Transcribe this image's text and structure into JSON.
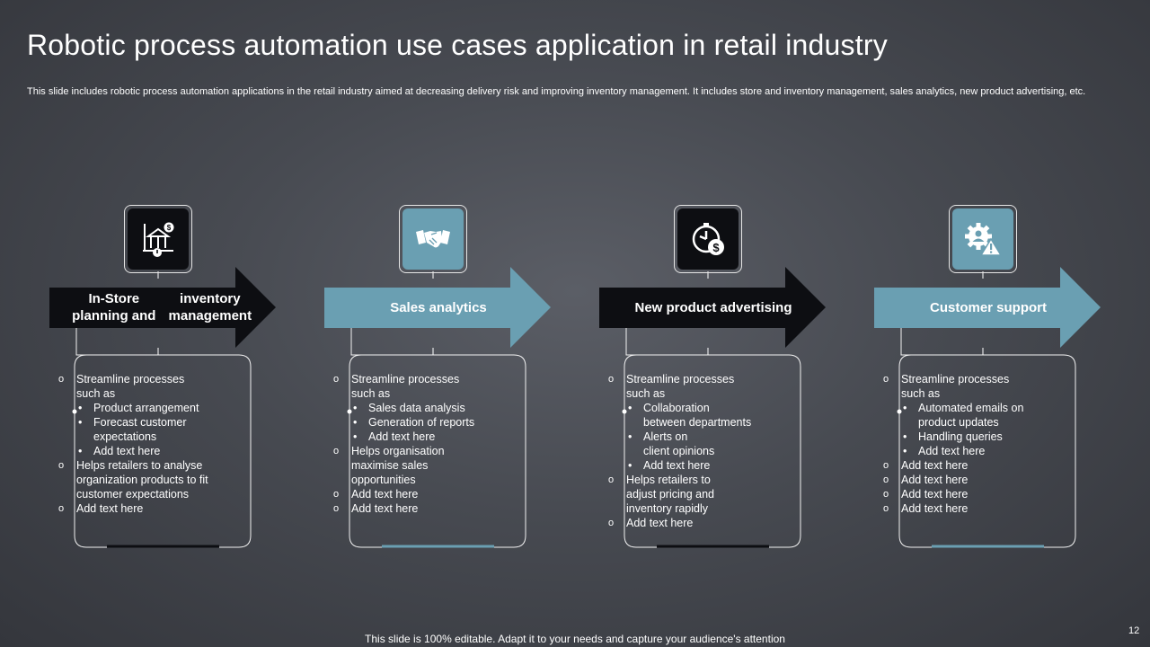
{
  "title": "Robotic process automation use cases application in retail industry",
  "subtitle": "This slide includes robotic process automation applications in the retail industry aimed at decreasing delivery risk and improving inventory management. It includes store and inventory management, sales analytics, new product advertising, etc.",
  "footer": "This slide is 100% editable. Adapt it to your needs and capture your audience's attention",
  "page_number": "12",
  "colors": {
    "dark": "#0d0e12",
    "blue": "#6a9fb2",
    "background": "#474a51"
  },
  "columns": [
    {
      "heading_line1": "In-Store planning and",
      "heading_line2": "inventory management",
      "icon": "store-inventory-icon",
      "style": "dark",
      "items": [
        {
          "level": 1,
          "text": "Streamline processes"
        },
        {
          "level": 1,
          "cont": true,
          "text": "such as"
        },
        {
          "level": 2,
          "text": "Product arrangement"
        },
        {
          "level": 2,
          "text": "Forecast customer"
        },
        {
          "level": 2,
          "cont": true,
          "text": "expectations"
        },
        {
          "level": 2,
          "text": "Add text here"
        },
        {
          "level": 1,
          "text": "Helps retailers to analyse"
        },
        {
          "level": 1,
          "cont": true,
          "text": "organization products to fit"
        },
        {
          "level": 1,
          "cont": true,
          "text": "customer expectations"
        },
        {
          "level": 1,
          "text": "Add text here"
        }
      ]
    },
    {
      "heading_line1": "Sales analytics",
      "heading_line2": "",
      "icon": "handshake-icon",
      "style": "blue",
      "items": [
        {
          "level": 1,
          "text": "Streamline processes"
        },
        {
          "level": 1,
          "cont": true,
          "text": "such as"
        },
        {
          "level": 2,
          "text": "Sales data analysis"
        },
        {
          "level": 2,
          "text": "Generation of reports"
        },
        {
          "level": 2,
          "text": "Add text here"
        },
        {
          "level": 1,
          "text": "Helps organisation"
        },
        {
          "level": 1,
          "cont": true,
          "text": "maximise sales"
        },
        {
          "level": 1,
          "cont": true,
          "text": "opportunities"
        },
        {
          "level": 1,
          "text": "Add text here"
        },
        {
          "level": 1,
          "text": "Add text here"
        }
      ]
    },
    {
      "heading_line1": "New product advertising",
      "heading_line2": "",
      "icon": "clock-dollar-icon",
      "style": "dark",
      "items": [
        {
          "level": 1,
          "text": "Streamline processes"
        },
        {
          "level": 1,
          "cont": true,
          "text": "such as"
        },
        {
          "level": 2,
          "text": "Collaboration"
        },
        {
          "level": 2,
          "cont": true,
          "text": "between departments"
        },
        {
          "level": 2,
          "text": "Alerts on"
        },
        {
          "level": 2,
          "cont": true,
          "text": "client opinions"
        },
        {
          "level": 2,
          "text": "Add text here"
        },
        {
          "level": 1,
          "text": "Helps retailers to"
        },
        {
          "level": 1,
          "cont": true,
          "text": "adjust pricing and"
        },
        {
          "level": 1,
          "cont": true,
          "text": "inventory rapidly"
        },
        {
          "level": 1,
          "text": "Add text here"
        }
      ]
    },
    {
      "heading_line1": "Customer support",
      "heading_line2": "",
      "icon": "gear-user-warning-icon",
      "style": "blue",
      "items": [
        {
          "level": 1,
          "text": "Streamline processes"
        },
        {
          "level": 1,
          "cont": true,
          "text": "such as"
        },
        {
          "level": 2,
          "text": "Automated emails on"
        },
        {
          "level": 2,
          "cont": true,
          "text": "product updates"
        },
        {
          "level": 2,
          "text": "Handling queries"
        },
        {
          "level": 2,
          "text": "Add text here"
        },
        {
          "level": 1,
          "text": "Add text here"
        },
        {
          "level": 1,
          "text": "Add text here"
        },
        {
          "level": 1,
          "text": "Add text here"
        },
        {
          "level": 1,
          "text": "Add text here"
        }
      ]
    }
  ]
}
